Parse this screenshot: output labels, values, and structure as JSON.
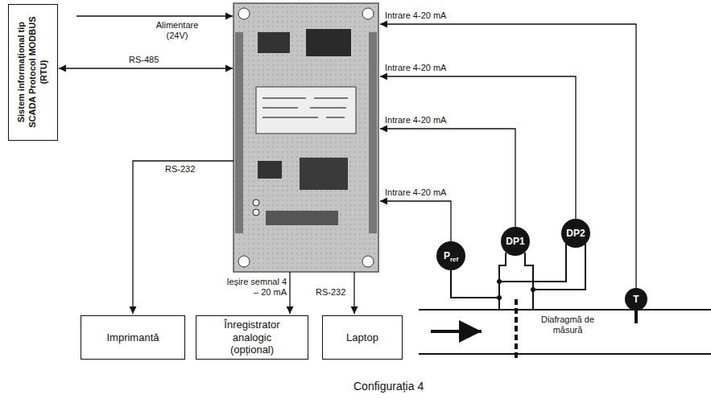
{
  "diagram": {
    "caption": "Configurația 4",
    "nodes": [
      {
        "text": [
          "Sistem informațional tip SCADA Protocol MODBUS (RTU)"
        ]
      },
      {
        "text": [
          "Imprimantă"
        ]
      },
      {
        "text": [
          "Înregistrator analogic (opțional)"
        ]
      },
      {
        "text": [
          "Laptop"
        ]
      },
      {
        "text": [
          "P",
          "ref"
        ]
      },
      {
        "text": [
          "DP1"
        ]
      },
      {
        "text": [
          "DP2"
        ]
      },
      {
        "text": [
          "T"
        ]
      }
    ],
    "labels": [
      "Alimentare (24V)",
      "RS-485",
      "RS-232",
      "Ieșire semnal 4 – 20 mA",
      "RS-232",
      "Intrare 4-20 mA",
      "Intrare 4-20 mA",
      "Intrare 4-20 mA",
      "Intrare 4-20 mA",
      "Diafragmă de măsură"
    ]
  }
}
